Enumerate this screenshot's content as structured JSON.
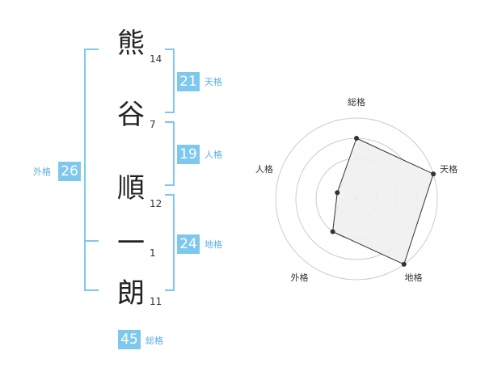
{
  "name": {
    "chars": [
      {
        "char": "熊",
        "strokes": "14"
      },
      {
        "char": "谷",
        "strokes": "7"
      },
      {
        "char": "順",
        "strokes": "12"
      },
      {
        "char": "一",
        "strokes": "1"
      },
      {
        "char": "朗",
        "strokes": "11"
      }
    ]
  },
  "kaku": {
    "tenkaku": {
      "value": "21",
      "label": "天格"
    },
    "jinkaku": {
      "value": "19",
      "label": "人格"
    },
    "chikaku": {
      "value": "24",
      "label": "地格"
    },
    "gaikaku": {
      "value": "26",
      "label": "外格"
    },
    "soukaku": {
      "value": "45",
      "label": "総格"
    }
  },
  "colors": {
    "accent": "#7ec8ee",
    "accent_text": "#5aaee0"
  },
  "chart_data": {
    "type": "radar",
    "axes": [
      "総格",
      "天格",
      "地格",
      "外格",
      "人格"
    ],
    "levels": 4,
    "range": [
      0,
      4
    ],
    "values": [
      3,
      4,
      4,
      2,
      1
    ]
  }
}
